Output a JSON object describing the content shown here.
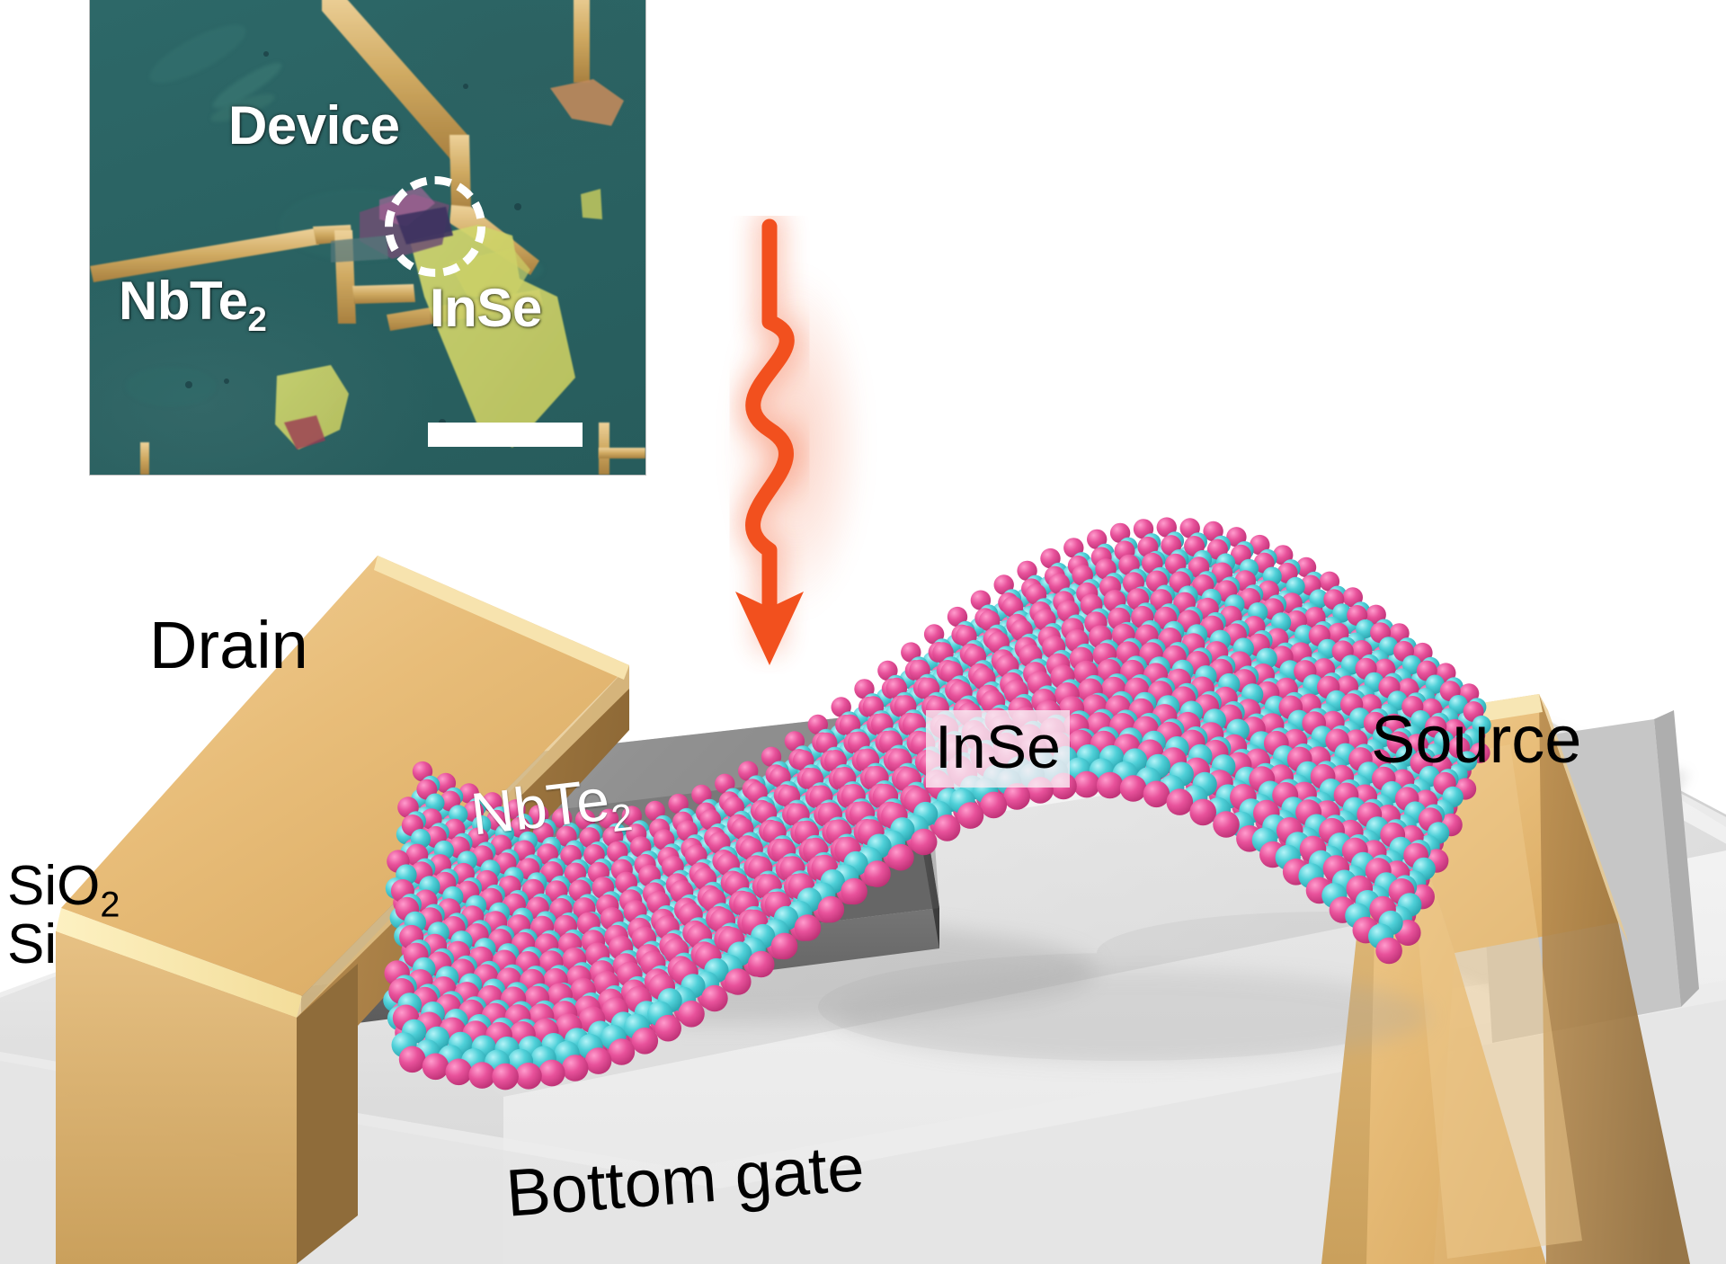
{
  "figure": {
    "type": "device-schematic",
    "description": "3D schematic of a NbTe2/InSe van der Waals photodetector on SiO2/Si with bottom gate, illuminated by light, with an optical micrograph inset"
  },
  "inset": {
    "name": "optical-micrograph",
    "labels": {
      "device": "Device",
      "nbte2": "NbTe",
      "nbte2_sub": "2",
      "inse": "InSe"
    },
    "scale_bar": {
      "visible": true,
      "label": ""
    },
    "colors": {
      "background": "#2b6464",
      "electrode_gold": "#cfa961",
      "flake_inse": "#cbd165",
      "annotation": "#ffffff"
    }
  },
  "schematic": {
    "labels": {
      "drain": "Drain",
      "source": "Source",
      "sio2": "SiO",
      "sio2_sub": "2",
      "si": "Si",
      "bottom_gate": "Bottom gate",
      "nbte2": "NbTe",
      "nbte2_sub": "2",
      "inse": "InSe"
    },
    "colors": {
      "electrode_gold": "#e2b86f",
      "nbte2_slab": "#6b6b6b",
      "substrate": "#d7d7d7",
      "atom_pink": "#e04a96",
      "atom_cyan": "#55cfd8",
      "light_beam": "#f2501e"
    }
  },
  "beam": {
    "name": "incident-light",
    "color": "#f2501e",
    "direction": "downward",
    "shape": "wavy-arrow"
  }
}
